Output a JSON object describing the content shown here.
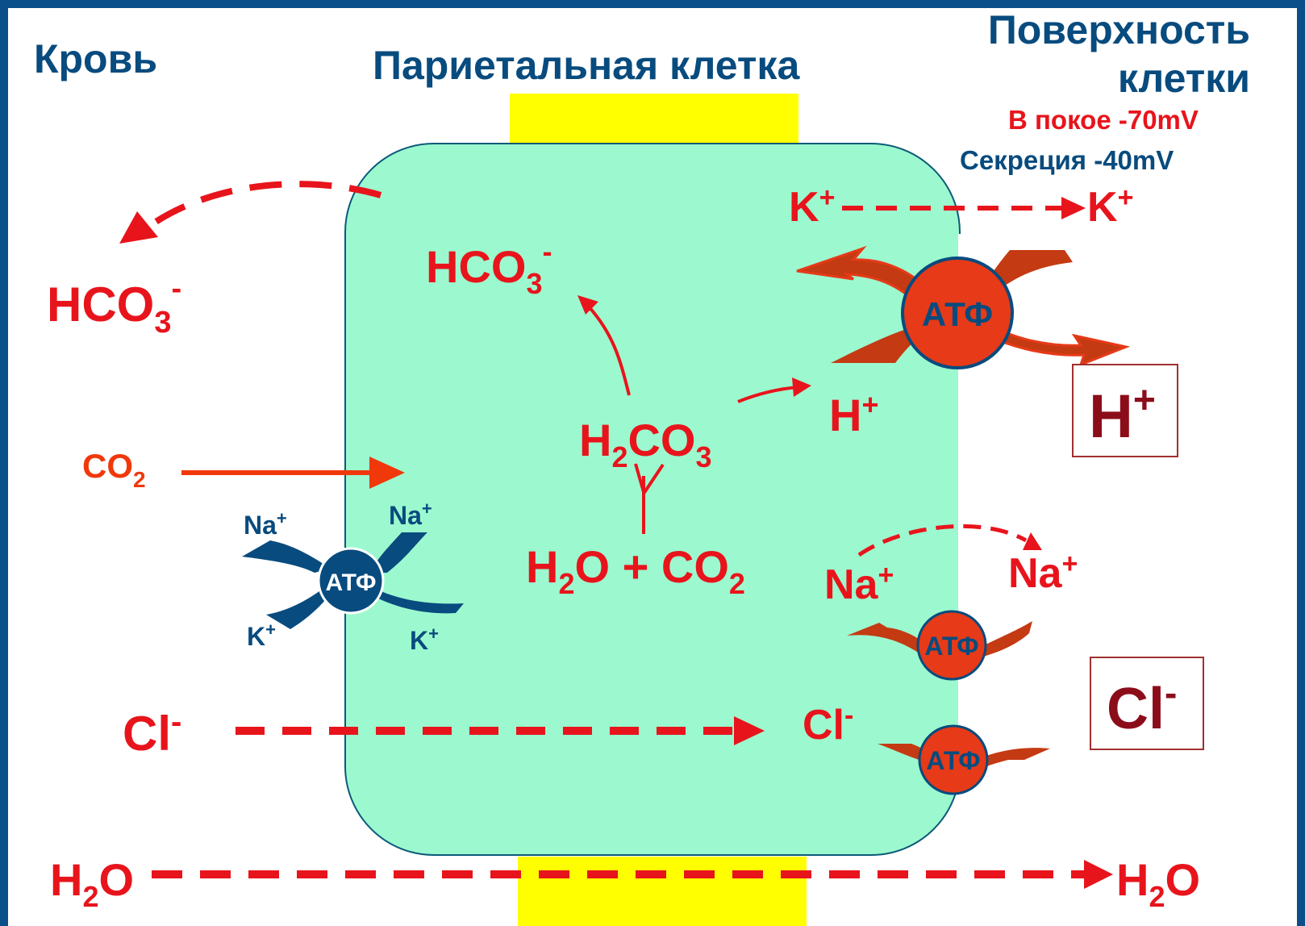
{
  "headers": {
    "blood": "Кровь",
    "cell": "Париетальная клетка",
    "surface_line1": "Поверхность",
    "surface_line2": "клетки"
  },
  "potentials": {
    "rest_label": "В покое",
    "rest_value": "-70mV",
    "secretion_label": "Секреция",
    "secretion_value": "-40mV"
  },
  "ions": {
    "hco3": "HCO",
    "hco3_sub": "3",
    "hco3_sup": "-",
    "h2co3_h": "H",
    "h2co3_sub2": "2",
    "h2co3_co": "CO",
    "h2co3_sub3": "3",
    "h": "H",
    "plus": "+",
    "k": "K",
    "na": "Na",
    "cl": "Cl",
    "minus": "-",
    "h2o_h": "H",
    "h2o_sub": "2",
    "h2o_o": "O",
    "co2_co": "CO",
    "co2_sub": "2",
    "plus_sign": "+"
  },
  "pump_label": "АТФ",
  "colors": {
    "border": "#0b4f8a",
    "cell": "#9cf9cf",
    "channel": "#ffff00",
    "ion_red": "#e8141c",
    "co2_arrow": "#f0380a",
    "navy": "#084b7e",
    "pump_red": "#e63a18",
    "pump_dark": "#c43a12",
    "box_text": "#8c0d1a"
  }
}
